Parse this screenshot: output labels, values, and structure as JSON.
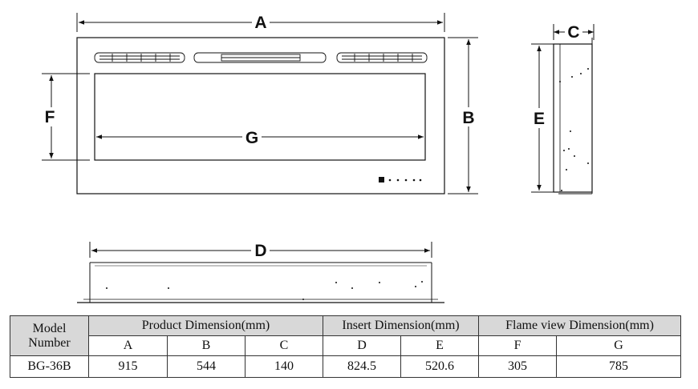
{
  "diagram": {
    "labels": {
      "A": "A",
      "B": "B",
      "C": "C",
      "D": "D",
      "E": "E",
      "F": "F",
      "G": "G"
    }
  },
  "table": {
    "model_header_line1": "Model",
    "model_header_line2": "Number",
    "group_headers": {
      "product": "Product Dimension(mm)",
      "insert": "Insert Dimension(mm)",
      "flame": "Flame view Dimension(mm)"
    },
    "columns": [
      "A",
      "B",
      "C",
      "D",
      "E",
      "F",
      "G"
    ],
    "rows": [
      {
        "model": "BG-36B",
        "values": [
          "915",
          "544",
          "140",
          "824.5",
          "520.6",
          "305",
          "785"
        ]
      }
    ]
  }
}
